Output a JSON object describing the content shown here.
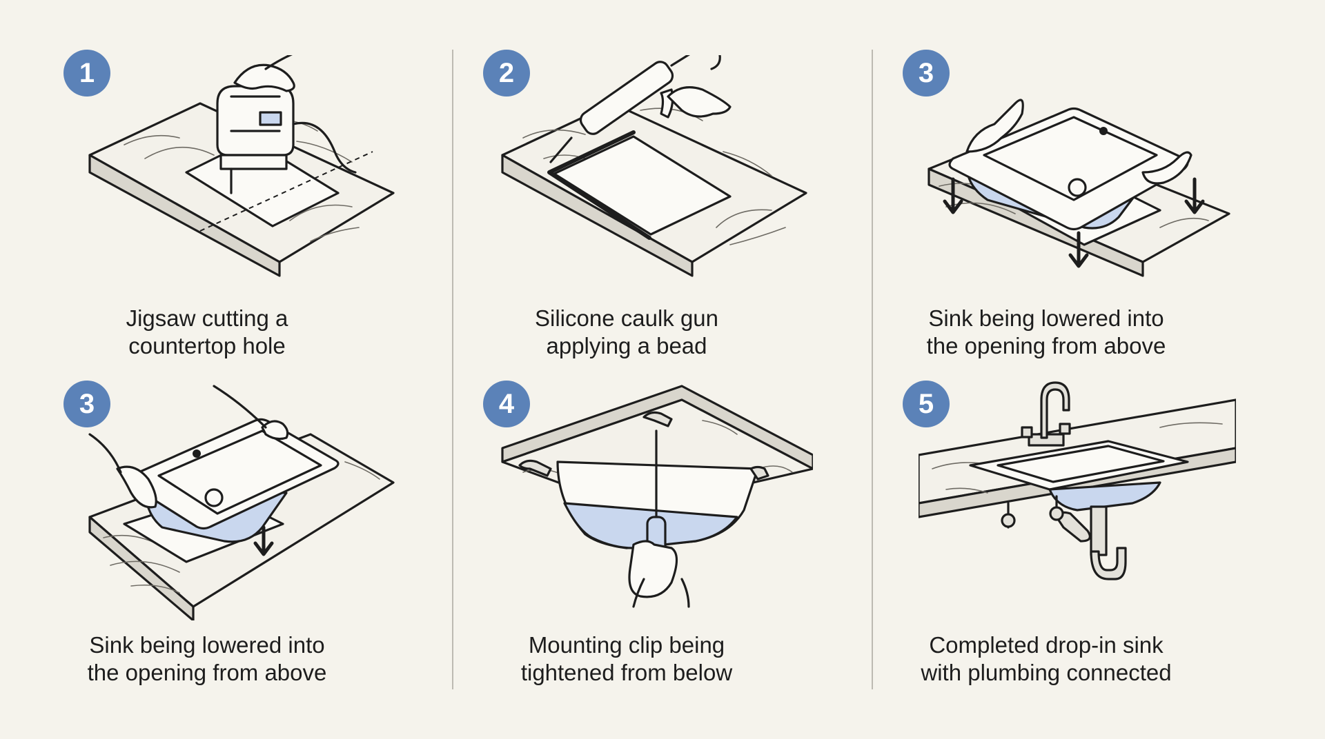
{
  "steps": [
    {
      "number": "1",
      "caption_lines": [
        "Jigsaw cutting a",
        "countertop hole"
      ]
    },
    {
      "number": "2",
      "caption_lines": [
        "Silicone caulk gun",
        "applying a bead"
      ]
    },
    {
      "number": "3",
      "caption_lines": [
        "Sink being lowered into",
        "the opening from above"
      ]
    },
    {
      "number": "3",
      "caption_lines": [
        "Sink being lowered into",
        "the opening from above"
      ]
    },
    {
      "number": "4",
      "caption_lines": [
        "Mounting clip being",
        "tightened from below"
      ]
    },
    {
      "number": "5",
      "caption_lines": [
        "Completed drop-in sink",
        "with plumbing connected"
      ]
    }
  ],
  "colors": {
    "background": "#f5f3ec",
    "badge": "#5b82b8",
    "badge_text": "#ffffff",
    "accent_blue": "#c9d7ee",
    "ink": "#1d1d1d",
    "divider": "#bdbab2"
  },
  "icons": [
    "jigsaw-icon",
    "caulk-gun-icon",
    "sink-icon",
    "screwdriver-icon",
    "faucet-icon",
    "p-trap-pipe-icon",
    "hand-icon",
    "down-arrow-icon"
  ]
}
